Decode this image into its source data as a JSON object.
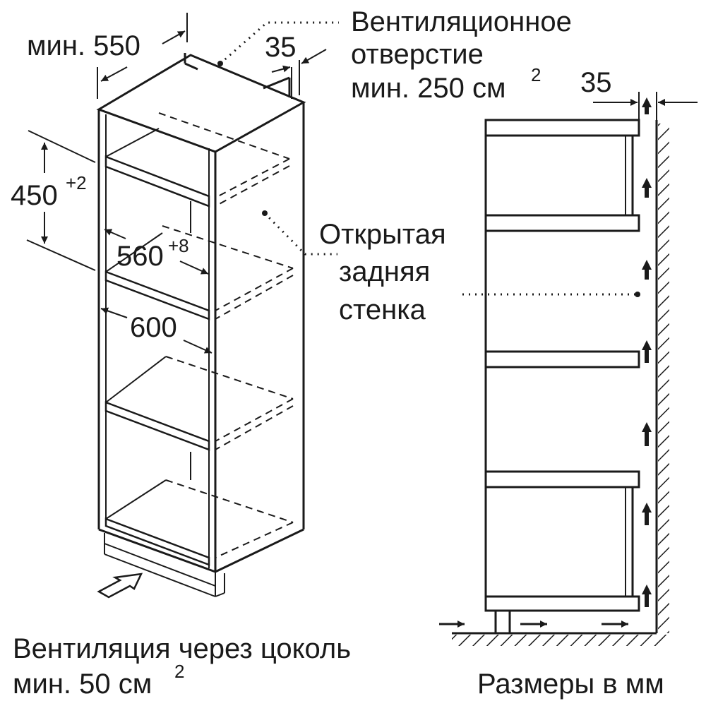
{
  "labels": {
    "min_depth": "мин. 550",
    "gap_top": "35",
    "vent_line1": "Вентиляционное",
    "vent_line2": "отверстие",
    "vent_line3": "мин. 250 см",
    "vent_sup": "2",
    "gap_side": "35",
    "height_value": "450",
    "height_tol": "+2",
    "width_value": "560",
    "width_tol": "+8",
    "outer_width": "600",
    "open_line1": "Открытая",
    "open_line2": "задняя",
    "open_line3": "стенка",
    "plinth_line1": "Вентиляция через цоколь",
    "plinth_line2": "мин. 50 см",
    "plinth_sup": "2",
    "units": "Размеры в мм"
  },
  "colors": {
    "ink": "#1a1a1a",
    "paper": "#ffffff"
  },
  "icons": [
    "airflow-arrow-icon",
    "wall-hatch",
    "dimension-arrow-icon"
  ]
}
